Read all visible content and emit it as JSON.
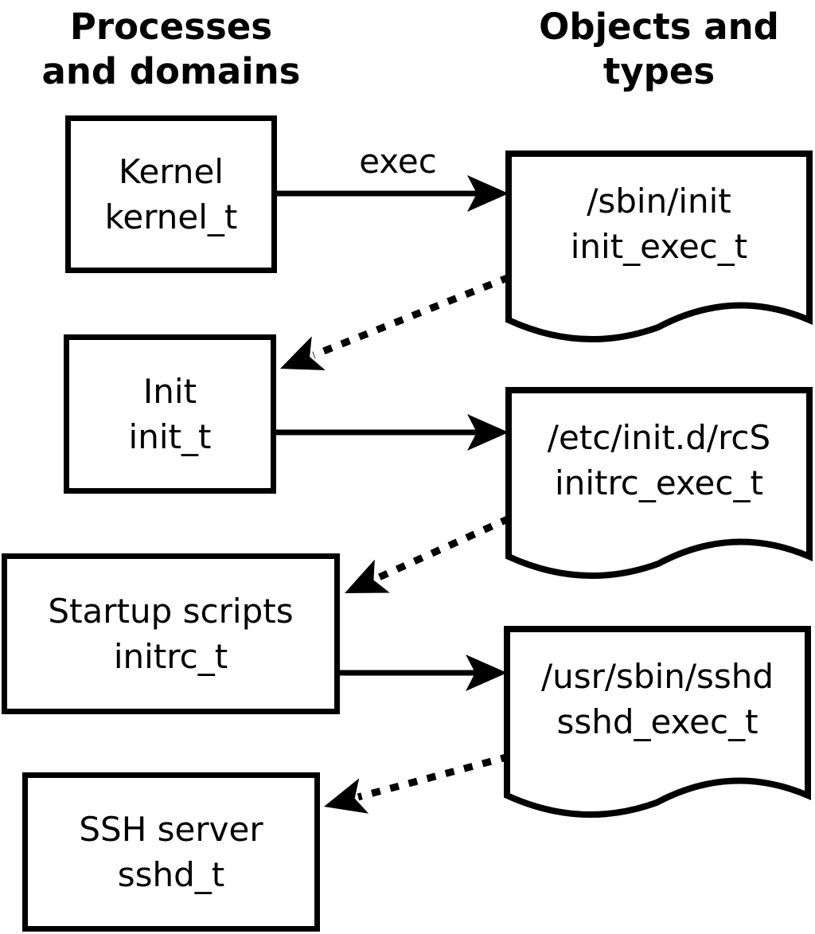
{
  "diagram": {
    "column_headings": {
      "left": "Processes\nand domains",
      "right": "Objects and\ntypes"
    },
    "processes": [
      {
        "id": "kernel",
        "label": "Kernel",
        "type": "kernel_t"
      },
      {
        "id": "init",
        "label": "Init",
        "type": "init_t"
      },
      {
        "id": "startup-scripts",
        "label": "Startup scripts",
        "type": "initrc_t"
      },
      {
        "id": "ssh-server",
        "label": "SSH server",
        "type": "sshd_t"
      }
    ],
    "objects": [
      {
        "id": "sbin-init",
        "path": "/sbin/init",
        "type": "init_exec_t"
      },
      {
        "id": "etc-initd-rcs",
        "path": "/etc/init.d/rcS",
        "type": "initrc_exec_t"
      },
      {
        "id": "usr-sbin-sshd",
        "path": "/usr/sbin/sshd",
        "type": "sshd_exec_t"
      }
    ],
    "edge_labels": {
      "exec": "exec"
    },
    "edges": [
      {
        "from": "kernel",
        "to": "sbin-init",
        "label": "exec",
        "style": "solid"
      },
      {
        "from": "sbin-init",
        "to": "init",
        "style": "dotted"
      },
      {
        "from": "init",
        "to": "etc-initd-rcs",
        "style": "solid"
      },
      {
        "from": "etc-initd-rcs",
        "to": "startup-scripts",
        "style": "dotted"
      },
      {
        "from": "startup-scripts",
        "to": "usr-sbin-sshd",
        "style": "solid"
      },
      {
        "from": "usr-sbin-sshd",
        "to": "ssh-server",
        "style": "dotted"
      }
    ],
    "colors": {
      "foreground": "#000000",
      "background": "#ffffff"
    }
  }
}
